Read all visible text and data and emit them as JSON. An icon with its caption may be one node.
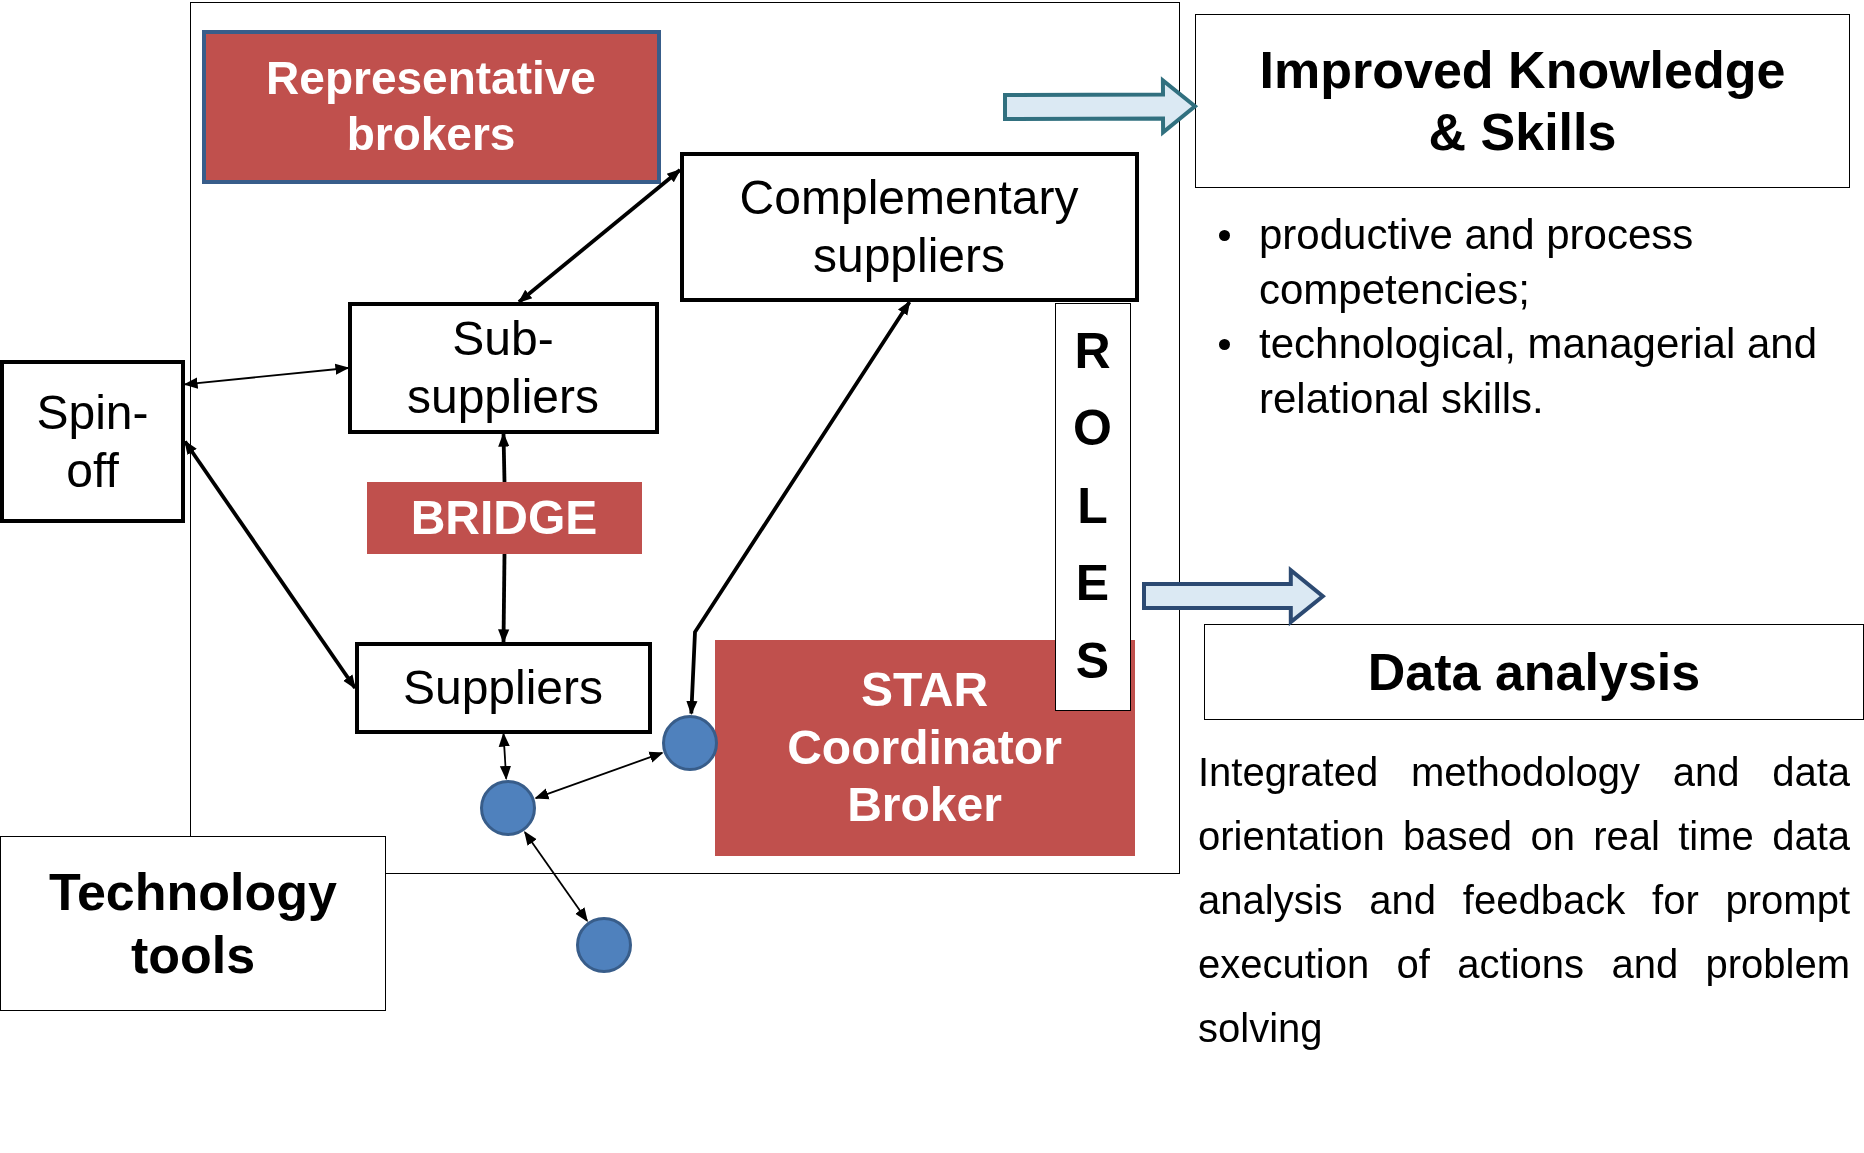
{
  "diagram": {
    "nodes": [
      {
        "text": [],
        "shape": "box"
      },
      {
        "text": [
          "Representative brokers"
        ],
        "in": 0
      },
      {
        "text": [
          "Complementary suppliers"
        ],
        "in": 0
      },
      {
        "text": [
          "Sub-suppliers"
        ],
        "in": 0
      },
      {
        "text": [
          "ROLES"
        ],
        "in": 0
      },
      {
        "text": [
          "Spin-off"
        ]
      },
      {
        "text": [
          "BRIDGE"
        ],
        "in": 0
      },
      {
        "text": [
          "Suppliers"
        ],
        "in": 0
      },
      {
        "text": [
          "STAR Coordinator Broker"
        ],
        "in": 0
      },
      {
        "text": [],
        "shape": "circle",
        "in": 0
      },
      {
        "text": [],
        "shape": "circle",
        "in": 0
      },
      {
        "text": [],
        "shape": "circle"
      },
      {
        "text": [
          "Technology tools"
        ]
      },
      {
        "text": [
          "Improved Knowledge & Skills"
        ],
        "beside": [
          "productive and process competencies;",
          "technological, managerial and relational skills."
        ]
      },
      {
        "text": [
          "Data analysis"
        ],
        "beside": [
          "Integrated methodology and data orientation based on real time data analysis and feedback for prompt execution of actions and problem solving"
        ]
      }
    ],
    "edges": [
      {
        "from": 5,
        "to": 3,
        "arrow": "both"
      },
      {
        "from": 5,
        "to": 7,
        "arrow": "both"
      },
      {
        "from": 3,
        "to": 2,
        "arrow": "both"
      },
      {
        "from": 6,
        "to": 3,
        "arrow": "to"
      },
      {
        "from": 6,
        "to": 7,
        "arrow": "to"
      },
      {
        "from": 9,
        "to": 2,
        "arrow": "both"
      },
      {
        "from": 7,
        "to": 10,
        "arrow": "both"
      },
      {
        "from": 10,
        "to": 9,
        "arrow": "both"
      },
      {
        "from": 10,
        "to": 11,
        "arrow": "both"
      },
      {
        "from": null,
        "to": 13,
        "arrow": "to",
        "style": "thick",
        "color": "#31707f"
      },
      {
        "from": null,
        "to": 14,
        "arrow": "to",
        "style": "thick",
        "color": "#2c4a72"
      }
    ]
  }
}
